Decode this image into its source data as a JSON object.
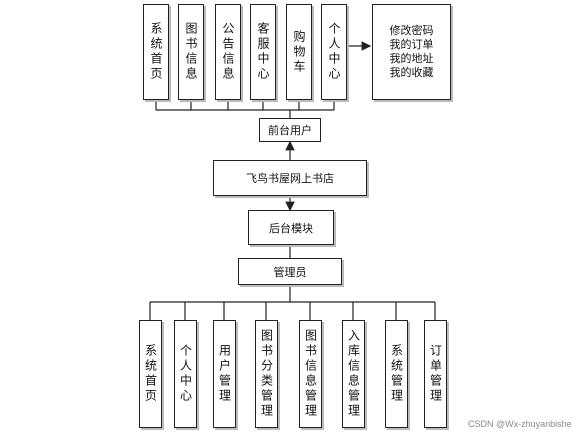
{
  "top_modules": [
    "系统首页",
    "图书信息",
    "公告信息",
    "客服中心",
    "购物车",
    "个人中心"
  ],
  "personal_details": [
    "修改密码",
    "我的订单",
    "我的地址",
    "我的收藏"
  ],
  "frontend_user": "前台用户",
  "system_name": "飞鸟书屋网上书店",
  "backend_module": "后台模块",
  "admin": "管理员",
  "bottom_modules": [
    "系统首页",
    "个人中心",
    "用户管理",
    "图书分类管理",
    "图书信息管理",
    "入库信息管理",
    "系统管理",
    "订单管理"
  ],
  "watermark": "CSDN @Wx-zhuyanbishe"
}
